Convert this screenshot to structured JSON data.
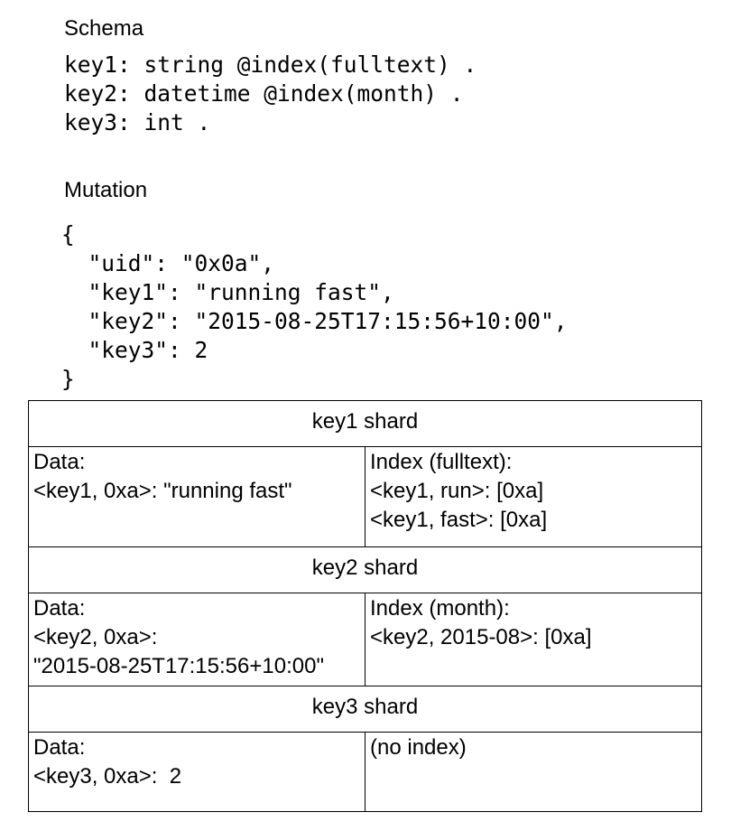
{
  "schema": {
    "title": "Schema",
    "lines": [
      "key1: string @index(fulltext) .",
      "key2: datetime @index(month) .",
      "key3: int ."
    ]
  },
  "mutation": {
    "title": "Mutation",
    "lines": [
      "{",
      "  \"uid\": \"0x0a\",",
      "  \"key1\": \"running fast\",",
      "  \"key2\": \"2015-08-25T17:15:56+10:00\",",
      "  \"key3\": 2",
      "}"
    ]
  },
  "shards": [
    {
      "header": "key1 shard",
      "data_lines": [
        "Data:",
        "<key1, 0xa>: \"running fast\""
      ],
      "index_lines": [
        "Index (fulltext):",
        "<key1, run>: [0xa]",
        "<key1, fast>: [0xa]"
      ]
    },
    {
      "header": "key2 shard",
      "data_lines": [
        "Data:",
        "<key2, 0xa>:",
        "\"2015-08-25T17:15:56+10:00\""
      ],
      "index_lines": [
        "Index (month):",
        "<key2, 2015-08>: [0xa]"
      ]
    },
    {
      "header": "key3 shard",
      "data_lines": [
        "Data:",
        "<key3, 0xa>:  2"
      ],
      "index_lines": [
        "(no index)"
      ]
    }
  ]
}
